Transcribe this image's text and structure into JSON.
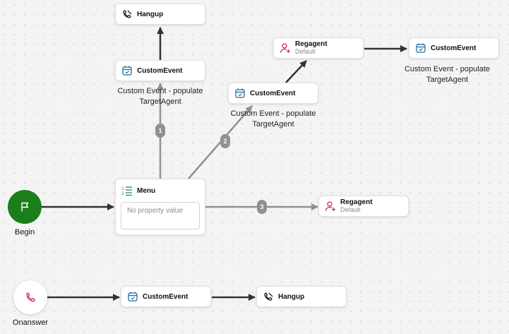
{
  "nodes": {
    "hangup_top": {
      "title": "Hangup",
      "icon": "phone-hangup-icon"
    },
    "custom_event_1": {
      "title": "CustomEvent",
      "icon": "calendar-event-icon",
      "caption": "Custom Event - populate TargetAgent"
    },
    "regagent_top": {
      "title": "Regagent",
      "subtitle": "Default",
      "icon": "user-add-icon"
    },
    "custom_event_2": {
      "title": "CustomEvent",
      "icon": "calendar-event-icon",
      "caption": "Custom Event - populate TargetAgent"
    },
    "custom_event_3": {
      "title": "CustomEvent",
      "icon": "calendar-event-icon",
      "caption": "Custom Event - populate TargetAgent"
    },
    "menu": {
      "title": "Menu",
      "icon": "numbered-list-icon",
      "property_placeholder": "No property value"
    },
    "regagent_right": {
      "title": "Regagent",
      "subtitle": "Default",
      "icon": "user-add-icon"
    },
    "begin": {
      "label": "Begin",
      "icon": "flag-icon"
    },
    "onanswer": {
      "label": "Onanswer",
      "icon": "phone-icon"
    },
    "custom_event_bottom": {
      "title": "CustomEvent",
      "icon": "calendar-event-icon"
    },
    "hangup_bottom": {
      "title": "Hangup",
      "icon": "phone-hangup-icon"
    }
  },
  "menu_options": [
    "1",
    "2",
    "3"
  ],
  "colors": {
    "begin_green": "#1a7f1a",
    "edge_dark": "#333333",
    "edge_grey": "#8e9092",
    "icon_blue": "#1f6f9f",
    "icon_pink": "#d6236f",
    "icon_green": "#2f8f4e"
  }
}
